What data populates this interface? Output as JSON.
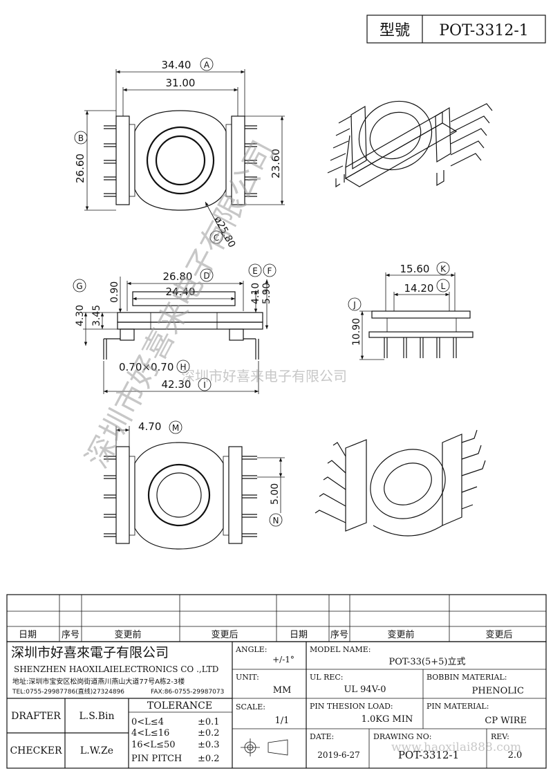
{
  "title_block_top": {
    "model_label": "型號",
    "model_value": "POT-3312-1"
  },
  "dimensions": {
    "a": "34.40",
    "a_tag": "A",
    "a_inner": "31.00",
    "b": "26.60",
    "b_tag": "B",
    "b_right": "23.60",
    "c": "ø25.80",
    "c_tag": "C",
    "d": "26.80",
    "d_tag": "D",
    "d_inner": "24.40",
    "e": "4.10",
    "e_tag": "E",
    "f": "5.90",
    "f_tag": "F",
    "g": "4.30",
    "g_tag": "G",
    "g2": "3.45",
    "g3": "0.90",
    "h": "0.70×0.70",
    "h_tag": "H",
    "i": "42.30",
    "i_tag": "I",
    "j": "10.90",
    "j_tag": "J",
    "k": "15.60",
    "k_tag": "K",
    "l": "14.20",
    "l_tag": "L",
    "m": "4.70",
    "m_tag": "M",
    "n": "5.00",
    "n_tag": "N"
  },
  "watermark": {
    "diag": "深圳市好喜来电子有限公司",
    "horiz": "深圳市好喜来电子有限公司"
  },
  "revision_table": {
    "cols": [
      "日期",
      "序号",
      "变更前",
      "变更后",
      "日期",
      "序号",
      "变更前",
      "变更后"
    ]
  },
  "company": {
    "name_cn": "深圳市好喜來電子有限公司",
    "name_en": "SHENZHEN HAOXILAIELECTRONICS CO .,LTD",
    "address": "地址:深圳市宝安区松岗街道燕川燕山大道77号A栋2-3楼",
    "tel": "TEL:0755-29987786(直线)27324896",
    "fax": "FAX:86-0755-29987073"
  },
  "people": {
    "drafter_label": "DRAFTER",
    "drafter": "L.S.Bin",
    "checker_label": "CHECKER",
    "checker": "L.W.Ze"
  },
  "tolerance": {
    "label": "TOLERANCE",
    "rows": [
      {
        "range": "0<L≤4",
        "value": "±0.1"
      },
      {
        "range": "4<L≤16",
        "value": "±0.2"
      },
      {
        "range": "16<L≤50",
        "value": "±0.3"
      },
      {
        "range": "PIN PITCH",
        "value": "±0.2"
      }
    ]
  },
  "fields": {
    "angle_label": "ANGLE:",
    "angle": "+/-1°",
    "unit_label": "UNIT:",
    "unit": "MM",
    "scale_label": "SCALE:",
    "scale": "1/1",
    "model_name_label": "MODEL NAME:",
    "model_name": "POT-33(5+5)立式",
    "ul_label": "UL REC:",
    "ul": "UL 94V-0",
    "bobbin_label": "BOBBIN MATERIAL:",
    "bobbin": "PHENOLIC",
    "pull_label": "PIN THESION LOAD:",
    "pull": "1.0KG MIN",
    "pin_label": "PIN MATERIAL:",
    "pin": "CP  WIRE",
    "date_label": "DATE:",
    "date": "2019-6-27",
    "drawing_label": "DRAWING NO:",
    "drawing": "POT-3312-1",
    "rev_label": "REV:",
    "rev": "2.0",
    "site": "www.haoxilai888.com"
  }
}
